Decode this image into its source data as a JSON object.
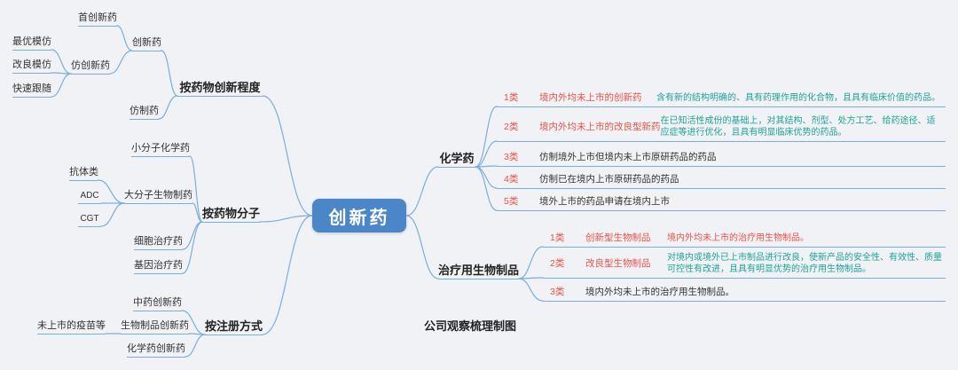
{
  "colors": {
    "background": "#f0f2f5",
    "center_bg": "#4a86c8",
    "branch_line": "#7aaede",
    "highlight_red": "#e8534a",
    "highlight_teal": "#1fa296"
  },
  "map": {
    "center": "创新药",
    "by_innovation": {
      "label": "按药物创新程度",
      "innovative": "创新药",
      "first_in_class": "首创新药",
      "imitative": "仿创新药",
      "best_imitate": "最优模仿",
      "improved_imitate": "改良模仿",
      "fast_follow": "快速跟随",
      "generic": "仿制药"
    },
    "by_molecule": {
      "label": "按药物分子",
      "small_molecule": "小分子化学药",
      "large_molecule": "大分子生物制药",
      "antibody": "抗体类",
      "adc": "ADC",
      "cgt": "CGT",
      "cell_therapy": "细胞治疗药",
      "gene_therapy": "基因治疗药"
    },
    "by_registration": {
      "label": "按注册方式",
      "tcm": "中药创新药",
      "biologics": "生物制品创新药",
      "unlisted_vaccines": "未上市的疫苗等",
      "chemical": "化学药创新药"
    },
    "chemical": {
      "label": "化学药",
      "rows": [
        {
          "tag": "1类",
          "title": "境内外均未上市的创新药",
          "desc": "含有新的结构明确的、具有药理作用的化合物，且具有临床价值的药品。"
        },
        {
          "tag": "2类",
          "title": "境内外均未上市的改良型新药",
          "desc": "在已知活性成份的基础上，对其结构、剂型、处方工艺、给药途径、适应症等进行优化，且具有明显临床优势的药品。"
        },
        {
          "tag": "3类",
          "title": "仿制境外上市但境内未上市原研药品的药品"
        },
        {
          "tag": "4类",
          "title": "仿制已在境内上市原研药品的药品"
        },
        {
          "tag": "5类",
          "title": "境外上市的药品申请在境内上市"
        }
      ]
    },
    "biologics": {
      "label": "治疗用生物制品",
      "rows": [
        {
          "tag": "1类",
          "title": "创新型生物制品",
          "desc": "境内外均未上市的治疗用生物制品。"
        },
        {
          "tag": "2类",
          "title": "改良型生物制品",
          "desc": "对境内或境外已上市制品进行改良，使新产品的安全性、有效性、质量可控性有改进，且具有明显优势的治疗用生物制品。"
        },
        {
          "tag": "3类",
          "title": "境内外均未上市的治疗用生物制品。"
        }
      ]
    },
    "credit": "公司观察梳理制图"
  }
}
